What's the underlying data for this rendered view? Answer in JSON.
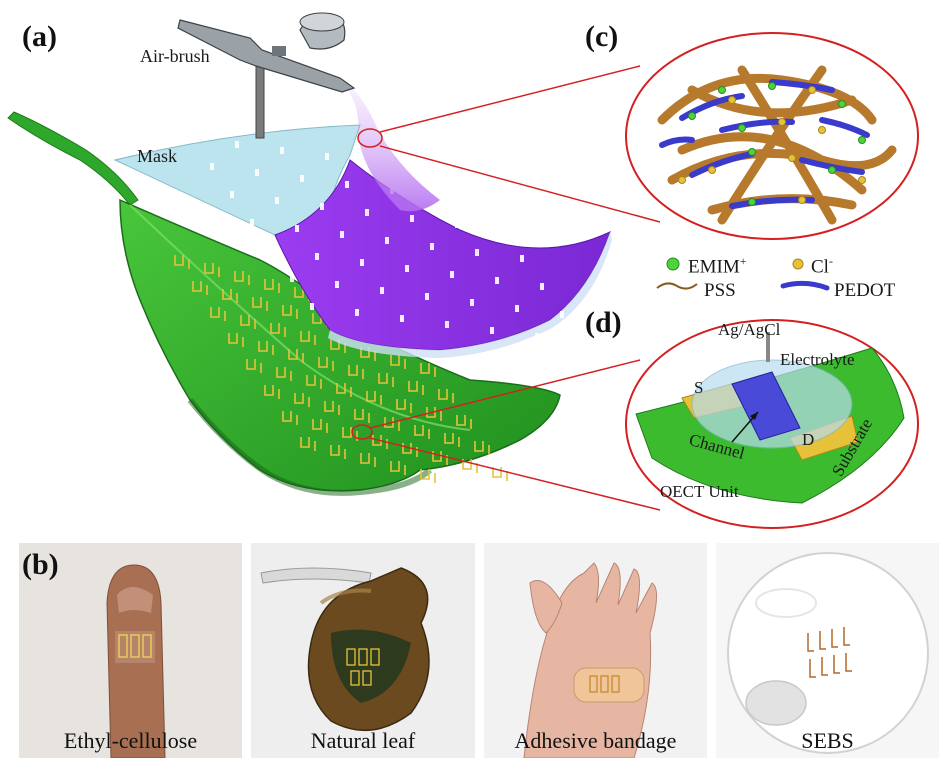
{
  "panels": {
    "a": "(a)",
    "b": "(b)",
    "c": "(c)",
    "d": "(d)"
  },
  "diagram_a": {
    "airbrush_label": "Air-brush",
    "mask_label": "Mask"
  },
  "legend": {
    "emim": "EMIM",
    "emim_sup": "+",
    "cl": "Cl",
    "cl_sup": "-",
    "pss": "PSS",
    "pedot": "PEDOT"
  },
  "diagram_d": {
    "ref_electrode": "Ag/AgCl",
    "electrolyte": "Electrolyte",
    "source": "S",
    "drain": "D",
    "channel": "Channel",
    "substrate": "Substrate",
    "unit": "OECT Unit"
  },
  "photos": [
    {
      "caption": "Ethyl-cellulose"
    },
    {
      "caption": "Natural leaf"
    },
    {
      "caption": "Adhesive bandage"
    },
    {
      "caption": "SEBS"
    }
  ],
  "colors": {
    "leaf_green": "#2fae2a",
    "mask_blue": "#b9e3ef",
    "film_purple": "#8a2be2",
    "pedot_blue": "#3a3acc",
    "pss_brown": "#b77a2c",
    "electrode_gold": "#e6c23a",
    "outline_red": "#d42020"
  }
}
